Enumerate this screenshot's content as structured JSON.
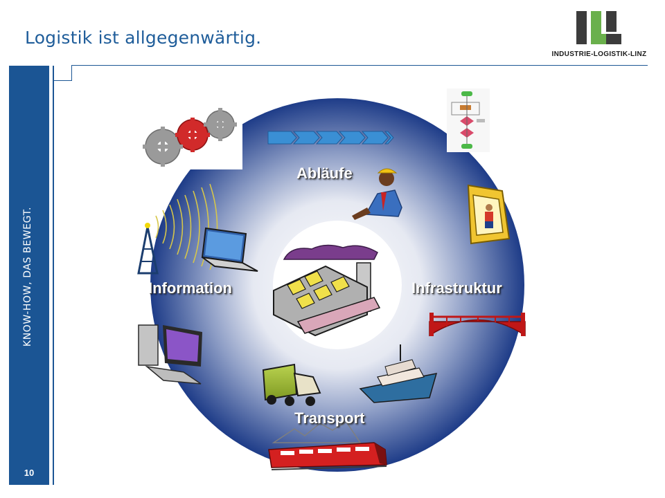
{
  "slide": {
    "title": "Logistik ist allgegenwärtig.",
    "tagline": "KNOW-HOW, DAS BEWEGT.",
    "page_number": "10"
  },
  "logo": {
    "text": "INDUSTRIE-LOGISTIK-LINZ"
  },
  "diagram": {
    "labels": {
      "top": "Abläufe",
      "left": "Information",
      "right": "Infrastruktur",
      "bottom": "Transport"
    },
    "icons": [
      "gears-icon",
      "chevron-process-icon",
      "flowchart-icon",
      "worker-phone-icon",
      "radio-tower-icon",
      "laptop-icon",
      "crane-cabin-icon",
      "factory-icon",
      "bridge-icon",
      "desktop-computer-icon",
      "truck-icon",
      "ship-icon",
      "train-icon"
    ],
    "colors": {
      "ring_outer": "#1f3f8a",
      "ring_inner": "#ffffff",
      "accent_blue": "#1b5594"
    }
  }
}
